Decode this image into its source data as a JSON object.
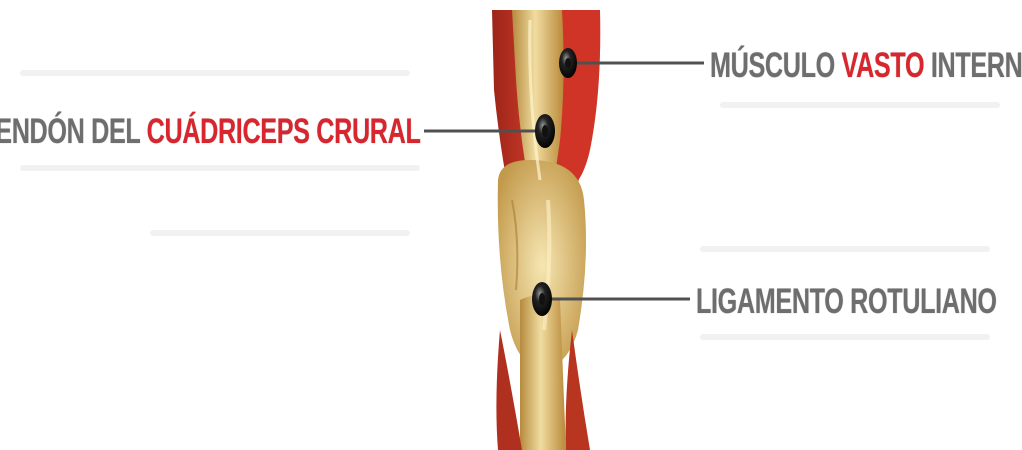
{
  "labels": {
    "tendon": {
      "before": "TENDÓN DEL ",
      "accent": "CUÁDRICEPS CRURAL",
      "after": ""
    },
    "vasto": {
      "before": "MÚSCULO ",
      "accent": "VASTO",
      "after": " INTERNO"
    },
    "ligamento": {
      "before": "LIGAMENTO ROTULIANO",
      "accent": "",
      "after": ""
    }
  },
  "colors": {
    "label_gray": "#6e6e6e",
    "accent_red": "#d9252d",
    "leader_line": "#505050",
    "muscle_red": "#c8372a",
    "tendon_gold": "#e2c47a",
    "marker_dark": "#1e1e1e"
  }
}
